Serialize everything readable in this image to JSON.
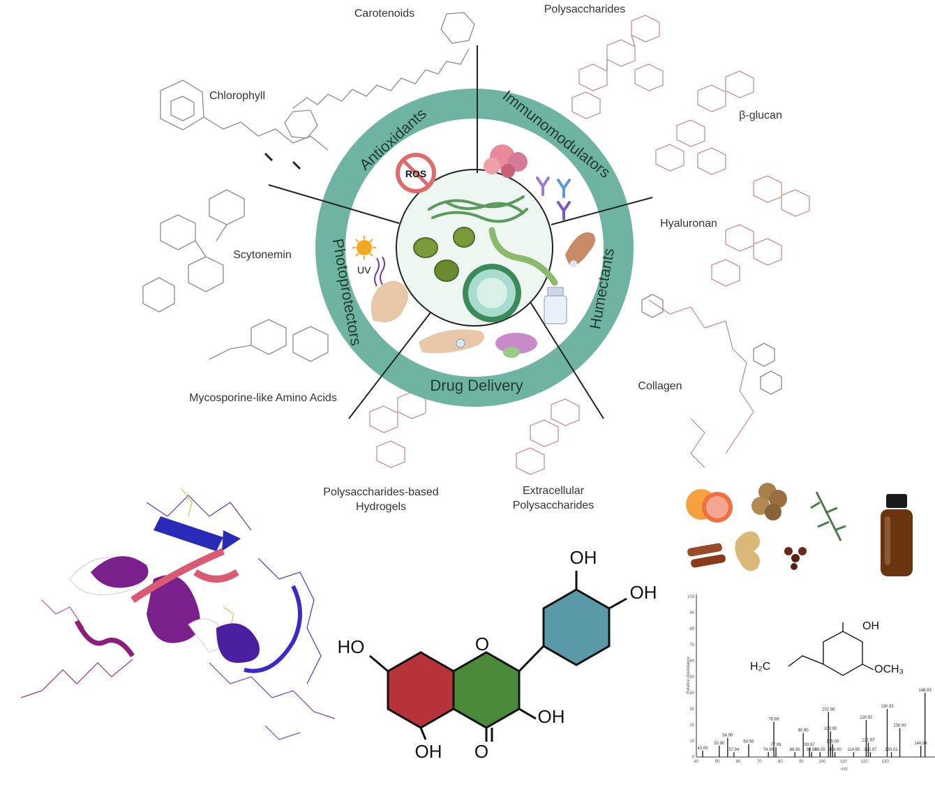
{
  "wheel": {
    "segments": [
      "Antioxidants",
      "Immunomodulators",
      "Humectants",
      "Drug Delivery",
      "Photoprotectors"
    ],
    "ros_badge": "ROS",
    "uv_label": "UV",
    "ring_color": "#6fb4a2",
    "inner_fill": "#eef6f1"
  },
  "molecules": {
    "carotenoids": "Carotenoids",
    "polysaccharides": "Polysaccharides",
    "chlorophyll": "Chlorophyll",
    "beta_glucan": "β-glucan",
    "scytonemin": "Scytonemin",
    "hyaluronan": "Hyaluronan",
    "mycosporine": "Mycosporine-like Amino Acids",
    "collagen": "Collagen",
    "hydrogels_line1": "Polysaccharides-based",
    "hydrogels_line2": "Hydrogels",
    "extracellular_line1": "Extracellular",
    "extracellular_line2": "Polysaccharides"
  },
  "flavonoid": {
    "oh_top": "OH",
    "oh_right": "OH",
    "ho_left": "HO",
    "o_ring": "O",
    "oh_mid_right": "OH",
    "oh_bottom": "OH",
    "o_bottom": "O"
  },
  "eugenol": {
    "oh": "OH",
    "h2c": "H₂C",
    "och3": "OCH₃"
  },
  "mass_spec": {
    "y_axis_title": "Relative Abundance",
    "x_axis_title": "m/z",
    "y_ticks": [
      "100",
      "90",
      "80",
      "70",
      "60",
      "50",
      "40",
      "30",
      "20",
      "10",
      "0"
    ],
    "x_ticks": [
      "40",
      "50",
      "60",
      "70",
      "80",
      "90",
      "100",
      "110",
      "120",
      "130"
    ],
    "peaks": [
      {
        "mz": 43.0,
        "rel": 4,
        "label": "43.00"
      },
      {
        "mz": 50.9,
        "rel": 7,
        "label": "50.90"
      },
      {
        "mz": 54.9,
        "rel": 12,
        "label": "54.90"
      },
      {
        "mz": 57.9,
        "rel": 3,
        "label": "57.94"
      },
      {
        "mz": 64.9,
        "rel": 8,
        "label": "64.56"
      },
      {
        "mz": 74.3,
        "rel": 3,
        "label": "74.36"
      },
      {
        "mz": 76.9,
        "rel": 22,
        "label": "76.89"
      },
      {
        "mz": 77.9,
        "rel": 6,
        "label": "77.99"
      },
      {
        "mz": 86.9,
        "rel": 3,
        "label": "86.85"
      },
      {
        "mz": 90.9,
        "rel": 15,
        "label": "90.90"
      },
      {
        "mz": 93.9,
        "rel": 6,
        "label": "93.97"
      },
      {
        "mz": 94.9,
        "rel": 3,
        "label": "94.86"
      },
      {
        "mz": 98.9,
        "rel": 3,
        "label": "99.05"
      },
      {
        "mz": 102.9,
        "rel": 28,
        "label": "102.96"
      },
      {
        "mz": 103.9,
        "rel": 16,
        "label": "103.90"
      },
      {
        "mz": 104.9,
        "rel": 8,
        "label": "105.00"
      },
      {
        "mz": 106.0,
        "rel": 3,
        "label": "106.00"
      },
      {
        "mz": 114.9,
        "rel": 3,
        "label": "114.85"
      },
      {
        "mz": 120.9,
        "rel": 23,
        "label": "120.91"
      },
      {
        "mz": 121.9,
        "rel": 9,
        "label": "121.97"
      },
      {
        "mz": 122.9,
        "rel": 3,
        "label": "122.97"
      },
      {
        "mz": 130.9,
        "rel": 30,
        "label": "130.93"
      },
      {
        "mz": 132.9,
        "rel": 3,
        "label": "133.01"
      },
      {
        "mz": 136.9,
        "rel": 18,
        "label": "136.93"
      },
      {
        "mz": 146.9,
        "rel": 7,
        "label": "146.94"
      },
      {
        "mz": 148.9,
        "rel": 40,
        "label": "148.93"
      }
    ]
  },
  "colors": {
    "ring": "#6fb4a2",
    "protein_purple": "#7a1f8c",
    "protein_blue": "#2a2ab8",
    "protein_pink": "#d95a72",
    "bottle": "#6b3510"
  }
}
